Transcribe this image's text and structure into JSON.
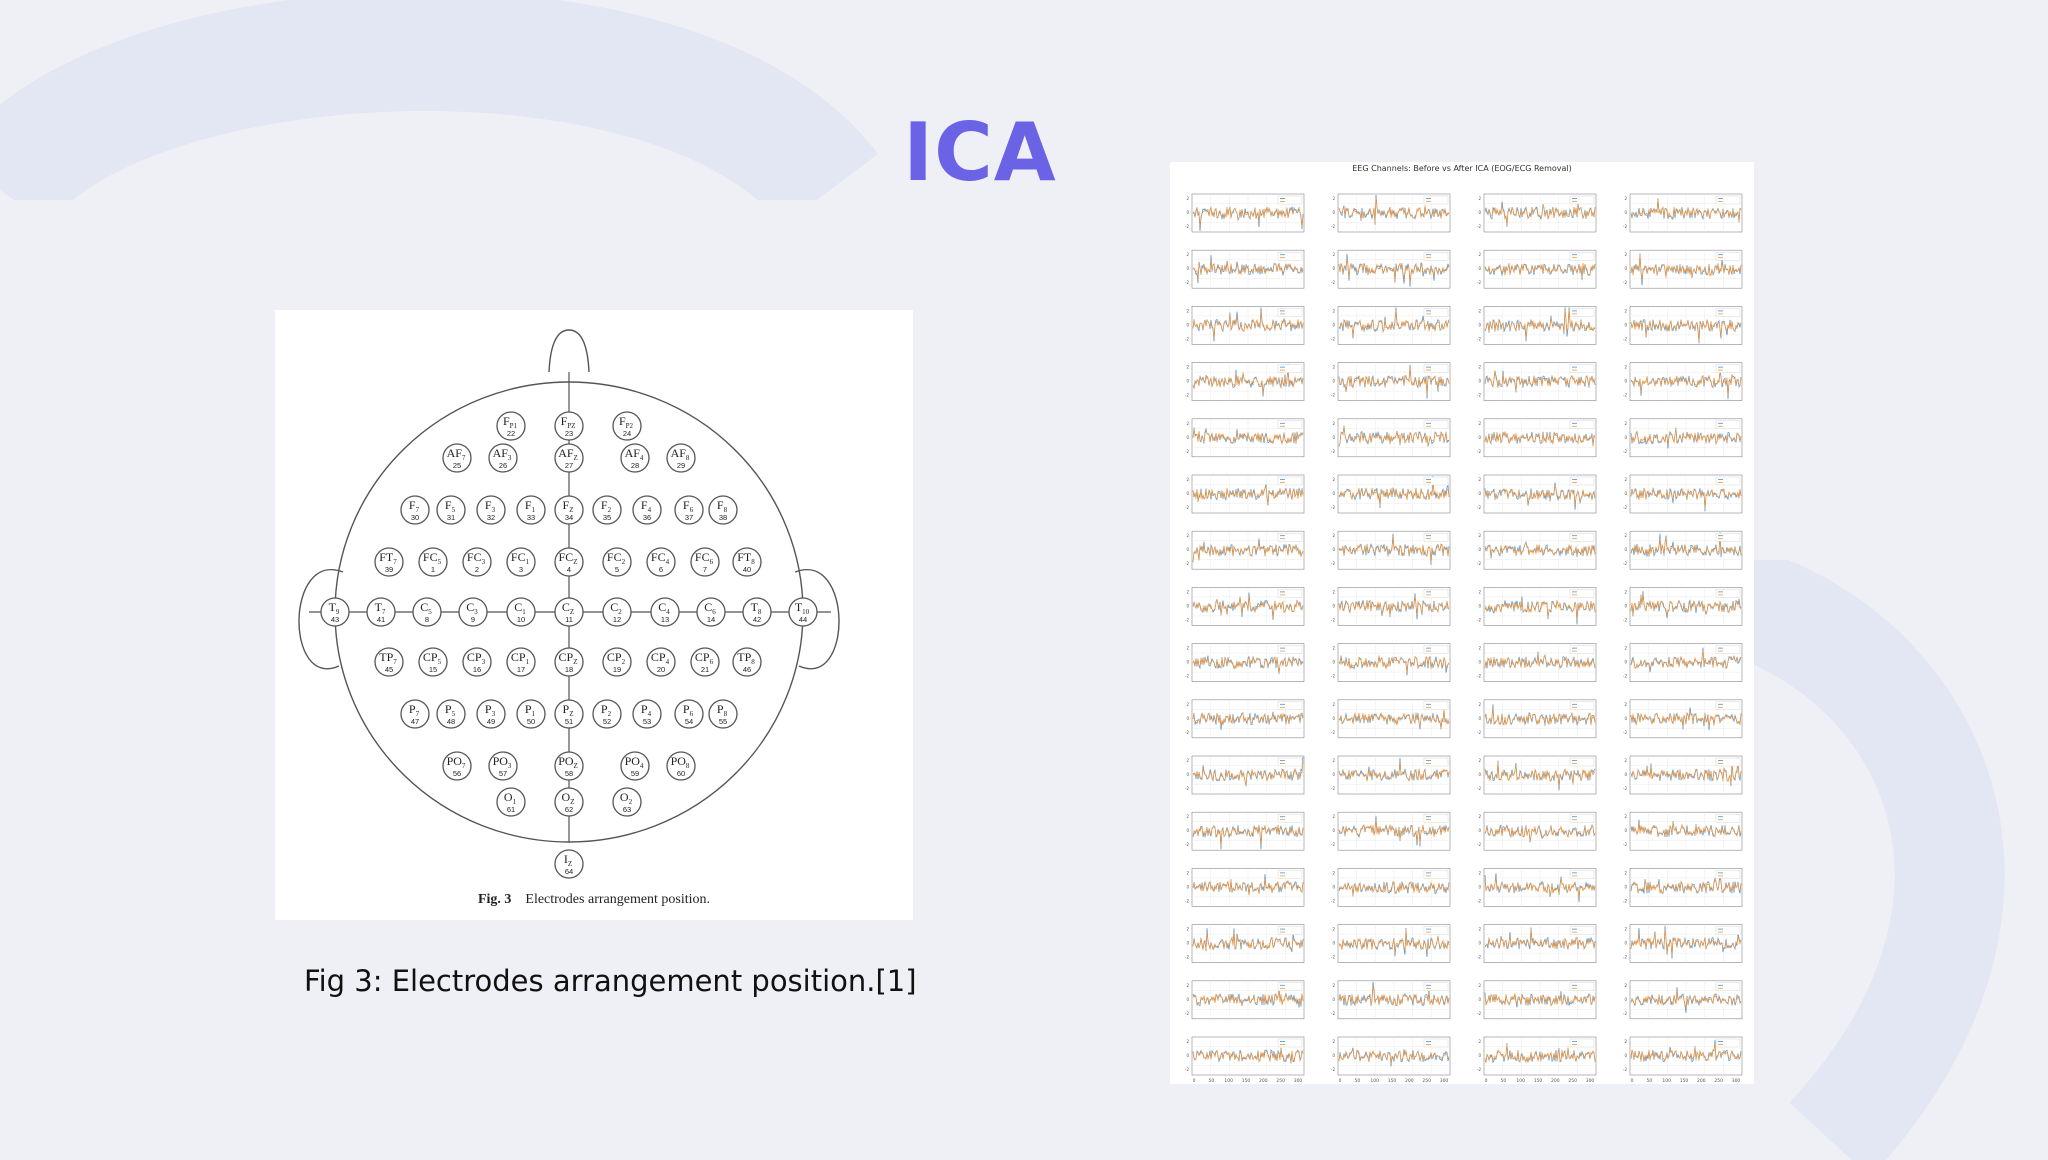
{
  "slide": {
    "title": "ICA",
    "caption": "Fig 3: Electrodes arrangement position.[1]"
  },
  "colors": {
    "title": "#6b63e6",
    "background": "#eff0f6",
    "decor": "#e3e6f3",
    "series_before": "#4a8fd0",
    "series_after": "#f0963c"
  },
  "electrode_figure": {
    "caption_label": "Fig. 3",
    "caption_text": "Electrodes arrangement position.",
    "electrodes": [
      {
        "name": "F",
        "sub": "P1",
        "num": "22"
      },
      {
        "name": "F",
        "sub": "PZ",
        "num": "23"
      },
      {
        "name": "F",
        "sub": "P2",
        "num": "24"
      },
      {
        "name": "AF",
        "sub": "7",
        "num": "25"
      },
      {
        "name": "AF",
        "sub": "3",
        "num": "26"
      },
      {
        "name": "AF",
        "sub": "Z",
        "num": "27"
      },
      {
        "name": "AF",
        "sub": "4",
        "num": "28"
      },
      {
        "name": "AF",
        "sub": "8",
        "num": "29"
      },
      {
        "name": "F",
        "sub": "7",
        "num": "30"
      },
      {
        "name": "F",
        "sub": "5",
        "num": "31"
      },
      {
        "name": "F",
        "sub": "3",
        "num": "32"
      },
      {
        "name": "F",
        "sub": "1",
        "num": "33"
      },
      {
        "name": "F",
        "sub": "Z",
        "num": "34"
      },
      {
        "name": "F",
        "sub": "2",
        "num": "35"
      },
      {
        "name": "F",
        "sub": "4",
        "num": "36"
      },
      {
        "name": "F",
        "sub": "6",
        "num": "37"
      },
      {
        "name": "F",
        "sub": "8",
        "num": "38"
      },
      {
        "name": "FT",
        "sub": "7",
        "num": "39"
      },
      {
        "name": "FC",
        "sub": "5",
        "num": "1"
      },
      {
        "name": "FC",
        "sub": "3",
        "num": "2"
      },
      {
        "name": "FC",
        "sub": "1",
        "num": "3"
      },
      {
        "name": "FC",
        "sub": "Z",
        "num": "4"
      },
      {
        "name": "FC",
        "sub": "2",
        "num": "5"
      },
      {
        "name": "FC",
        "sub": "4",
        "num": "6"
      },
      {
        "name": "FC",
        "sub": "6",
        "num": "7"
      },
      {
        "name": "FT",
        "sub": "8",
        "num": "40"
      },
      {
        "name": "T",
        "sub": "9",
        "num": "43"
      },
      {
        "name": "T",
        "sub": "7",
        "num": "41"
      },
      {
        "name": "C",
        "sub": "5",
        "num": "8"
      },
      {
        "name": "C",
        "sub": "3",
        "num": "9"
      },
      {
        "name": "C",
        "sub": "1",
        "num": "10"
      },
      {
        "name": "C",
        "sub": "Z",
        "num": "11"
      },
      {
        "name": "C",
        "sub": "2",
        "num": "12"
      },
      {
        "name": "C",
        "sub": "4",
        "num": "13"
      },
      {
        "name": "C",
        "sub": "6",
        "num": "14"
      },
      {
        "name": "T",
        "sub": "8",
        "num": "42"
      },
      {
        "name": "T",
        "sub": "10",
        "num": "44"
      },
      {
        "name": "TP",
        "sub": "7",
        "num": "45"
      },
      {
        "name": "CP",
        "sub": "5",
        "num": "15"
      },
      {
        "name": "CP",
        "sub": "3",
        "num": "16"
      },
      {
        "name": "CP",
        "sub": "1",
        "num": "17"
      },
      {
        "name": "CP",
        "sub": "Z",
        "num": "18"
      },
      {
        "name": "CP",
        "sub": "2",
        "num": "19"
      },
      {
        "name": "CP",
        "sub": "4",
        "num": "20"
      },
      {
        "name": "CP",
        "sub": "6",
        "num": "21"
      },
      {
        "name": "TP",
        "sub": "8",
        "num": "46"
      },
      {
        "name": "P",
        "sub": "7",
        "num": "47"
      },
      {
        "name": "P",
        "sub": "5",
        "num": "48"
      },
      {
        "name": "P",
        "sub": "3",
        "num": "49"
      },
      {
        "name": "P",
        "sub": "1",
        "num": "50"
      },
      {
        "name": "P",
        "sub": "Z",
        "num": "51"
      },
      {
        "name": "P",
        "sub": "2",
        "num": "52"
      },
      {
        "name": "P",
        "sub": "4",
        "num": "53"
      },
      {
        "name": "P",
        "sub": "6",
        "num": "54"
      },
      {
        "name": "P",
        "sub": "8",
        "num": "55"
      },
      {
        "name": "PO",
        "sub": "7",
        "num": "56"
      },
      {
        "name": "PO",
        "sub": "3",
        "num": "57"
      },
      {
        "name": "PO",
        "sub": "Z",
        "num": "58"
      },
      {
        "name": "PO",
        "sub": "4",
        "num": "59"
      },
      {
        "name": "PO",
        "sub": "8",
        "num": "60"
      },
      {
        "name": "O",
        "sub": "1",
        "num": "61"
      },
      {
        "name": "O",
        "sub": "Z",
        "num": "62"
      },
      {
        "name": "O",
        "sub": "2",
        "num": "63"
      },
      {
        "name": "I",
        "sub": "Z",
        "num": "64"
      }
    ]
  },
  "eeg_figure": {
    "title": "EEG Channels: Before vs After ICA (EOG/ECG Removal)",
    "legend": [
      "Before ICA",
      "After ICA"
    ],
    "x_ticks": [
      "0",
      "50",
      "100",
      "150",
      "200",
      "250",
      "300"
    ]
  }
}
